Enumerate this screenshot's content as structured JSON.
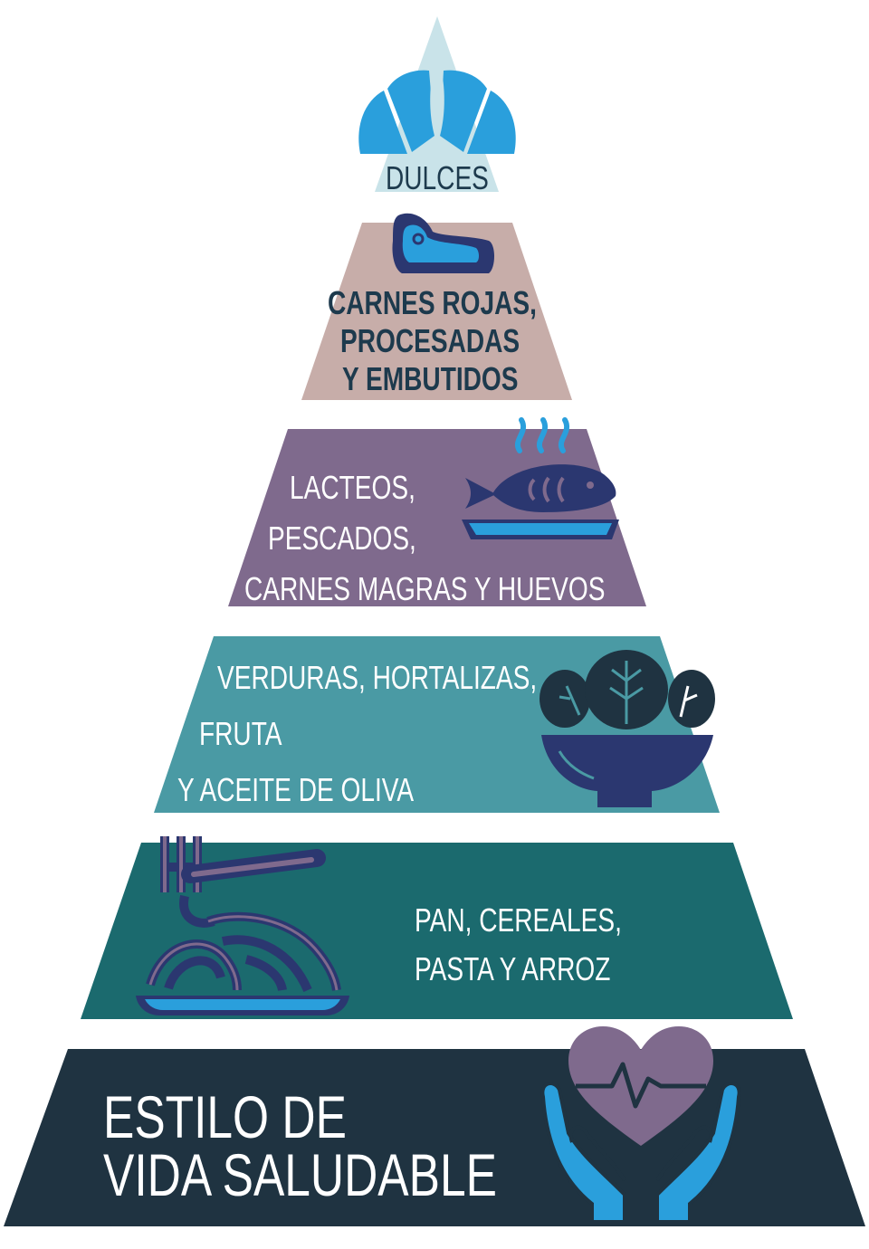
{
  "pyramid": {
    "levels": [
      {
        "id": "dulces",
        "lines": [
          "DULCES"
        ],
        "color": "#c9e3e9",
        "text_color": "#1d3a4d",
        "icon": "croissant-icon"
      },
      {
        "id": "carnes-rojas",
        "lines": [
          "CARNES ROJAS,",
          "PROCESADAS",
          "Y EMBUTIDOS"
        ],
        "color": "#c7ada9",
        "text_color": "#1d3a4d",
        "icon": "steak-icon"
      },
      {
        "id": "lacteos",
        "lines": [
          "LACTEOS,",
          "PESCADOS,",
          "CARNES MAGRAS Y HUEVOS"
        ],
        "color": "#7f6a8d",
        "text_color": "#ffffff",
        "icon": "fish-plate-icon"
      },
      {
        "id": "verduras",
        "lines": [
          "VERDURAS, HORTALIZAS,",
          "FRUTA",
          "Y  ACEITE DE OLIVA"
        ],
        "color": "#4a9aa4",
        "text_color": "#ffffff",
        "icon": "salad-bowl-icon"
      },
      {
        "id": "pan",
        "lines": [
          "PAN, CEREALES,",
          "PASTA Y ARROZ"
        ],
        "color": "#1b6a6e",
        "text_color": "#ffffff",
        "icon": "pasta-fork-icon"
      },
      {
        "id": "estilo",
        "lines": [
          "ESTILO DE",
          "VIDA SALUDABLE"
        ],
        "color": "#1f3341",
        "text_color": "#ffffff",
        "icon": "heart-hands-icon"
      }
    ],
    "colors": {
      "icon_blue": "#2a9fdc",
      "icon_navy": "#2b3770",
      "icon_purple": "#7f6a8d"
    }
  }
}
